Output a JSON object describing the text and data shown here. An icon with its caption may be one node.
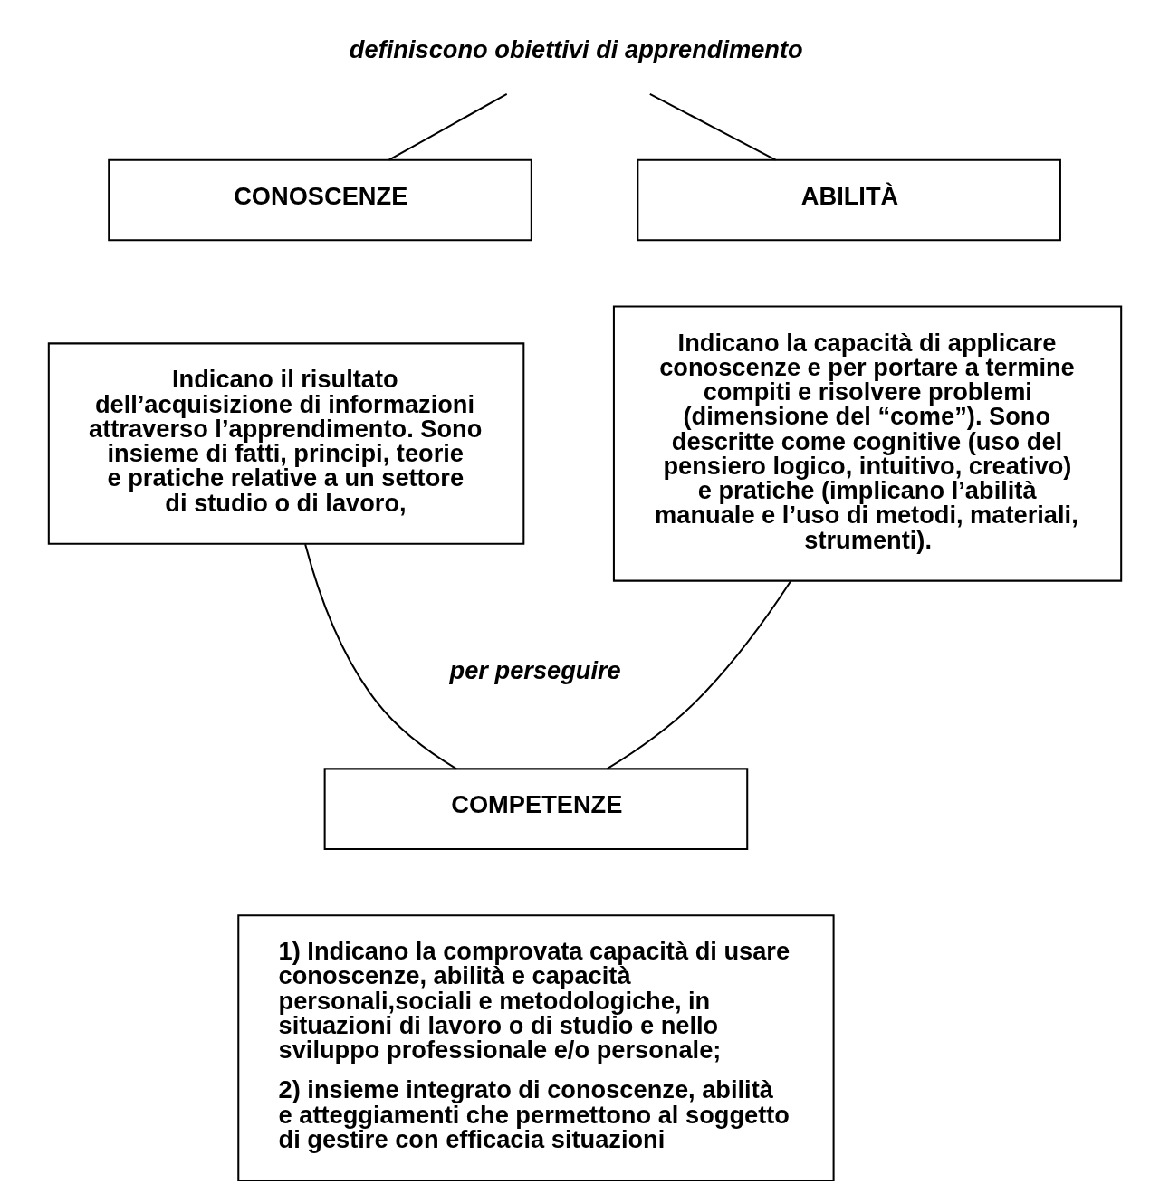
{
  "diagram": {
    "nodes": [
      {
        "text": [
          "definiscono obiettivi di apprendimento"
        ]
      },
      {
        "text": [
          "CONOSCENZE"
        ]
      },
      {
        "text": [
          "ABILITÀ"
        ]
      },
      {
        "text": [
          "Indicano il risultato dell’acquisizione di informazioni attraverso l’apprendimento. Sono insieme di fatti, principi, teorie e pratiche relative a un settore di studio o di lavoro,"
        ]
      },
      {
        "text": [
          "Indicano la capacità di applicare conoscenze e per portare a termine compiti e risolvere problemi (dimensione del “come”). Sono descritte come cognitive (uso del pensiero logico, intuitivo, creativo) e pratiche (implicano l’abilità manuale e l’uso di metodi, materiali, strumenti)."
        ]
      },
      {
        "text": [
          "COMPETENZE"
        ]
      },
      {
        "text": [
          "1) Indicano la comprovata capacità di usare conoscenze, abilità e capacità personali,sociali e metodologiche, in situazioni di lavoro o di studio e nello sviluppo professionale e/o personale;",
          "2) insieme integrato di conoscenze, abilità e atteggiamenti che permettono al soggetto di gestire con efficacia situazioni"
        ]
      }
    ],
    "edges": [
      {
        "from": 0,
        "to": 1,
        "arrow": "none"
      },
      {
        "from": 0,
        "to": 2,
        "arrow": "none"
      },
      {
        "from": 3,
        "to": 5,
        "arrow": "none"
      },
      {
        "from": 4,
        "to": 5,
        "arrow": "none"
      }
    ],
    "labels": [
      "per perseguire"
    ]
  }
}
